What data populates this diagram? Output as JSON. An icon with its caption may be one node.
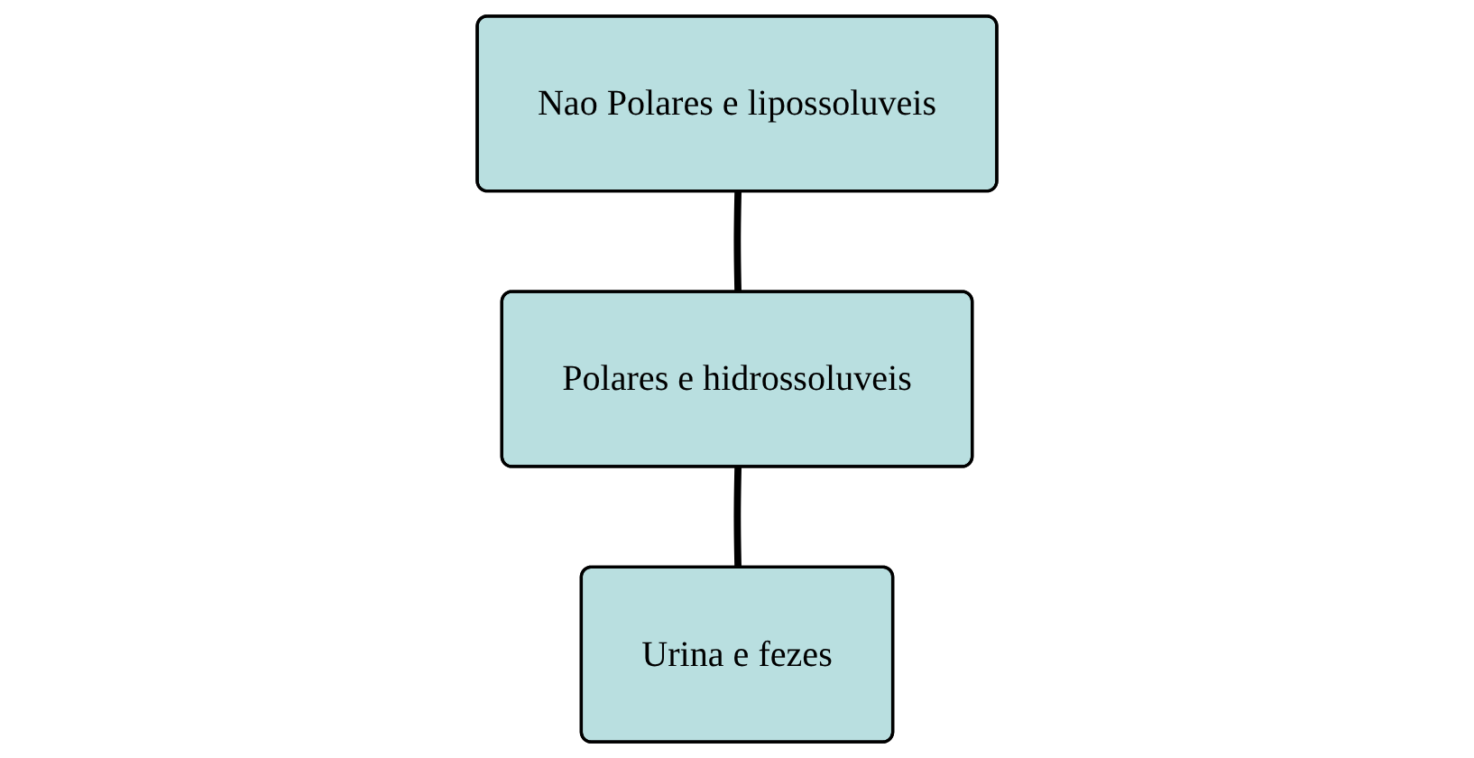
{
  "diagram": {
    "nodes": [
      {
        "text": [
          "Nao Polares e lipossoluveis"
        ]
      },
      {
        "text": [
          "Polares e hidrossoluveis"
        ]
      },
      {
        "text": [
          "Urina e fezes"
        ]
      }
    ],
    "edges": [
      {
        "from": 0,
        "to": 1,
        "arrow": "none"
      },
      {
        "from": 1,
        "to": 2,
        "arrow": "none"
      }
    ]
  }
}
